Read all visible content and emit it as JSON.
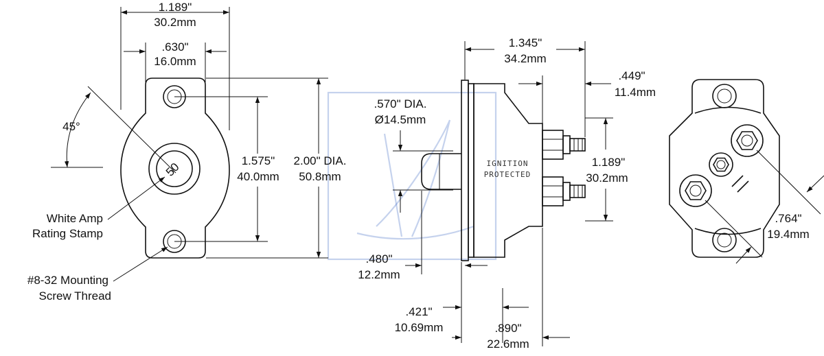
{
  "watermark": {
    "color": "#2f5fbf"
  },
  "front_view": {
    "width": {
      "in": "1.189\"",
      "mm": "30.2mm"
    },
    "hole_spacing_width": {
      "in": ".630\"",
      "mm": "16.0mm"
    },
    "angle": "45°",
    "amp_stamp": "50",
    "hole_spacing_height": {
      "in": "1.575\"",
      "mm": "40.0mm"
    },
    "overall_dia": {
      "in": "2.00\" DIA.",
      "mm": "50.8mm"
    },
    "callout_stamp": {
      "line1": "White Amp",
      "line2": "Rating Stamp"
    },
    "callout_thread": {
      "line1": "#8-32 Mounting",
      "line2": "Screw Thread"
    }
  },
  "side_view": {
    "stem_dia": {
      "in": ".570\" DIA.",
      "mm": "Ø14.5mm"
    },
    "overall_depth": {
      "in": "1.345\"",
      "mm": "34.2mm"
    },
    "stud_length": {
      "in": ".449\"",
      "mm": "11.4mm"
    },
    "stud_spacing": {
      "in": "1.189\"",
      "mm": "30.2mm"
    },
    "stem_length": {
      "in": ".480\"",
      "mm": "12.2mm"
    },
    "flange": {
      "in": ".421\"",
      "mm": "10.69mm"
    },
    "body_depth": {
      "in": ".890\"",
      "mm": "22.6mm"
    },
    "stamp": {
      "line1": "IGNITION",
      "line2": "PROTECTED"
    }
  },
  "rear_view": {
    "stud_diag": {
      "in": ".764\"",
      "mm": "19.4mm"
    }
  }
}
